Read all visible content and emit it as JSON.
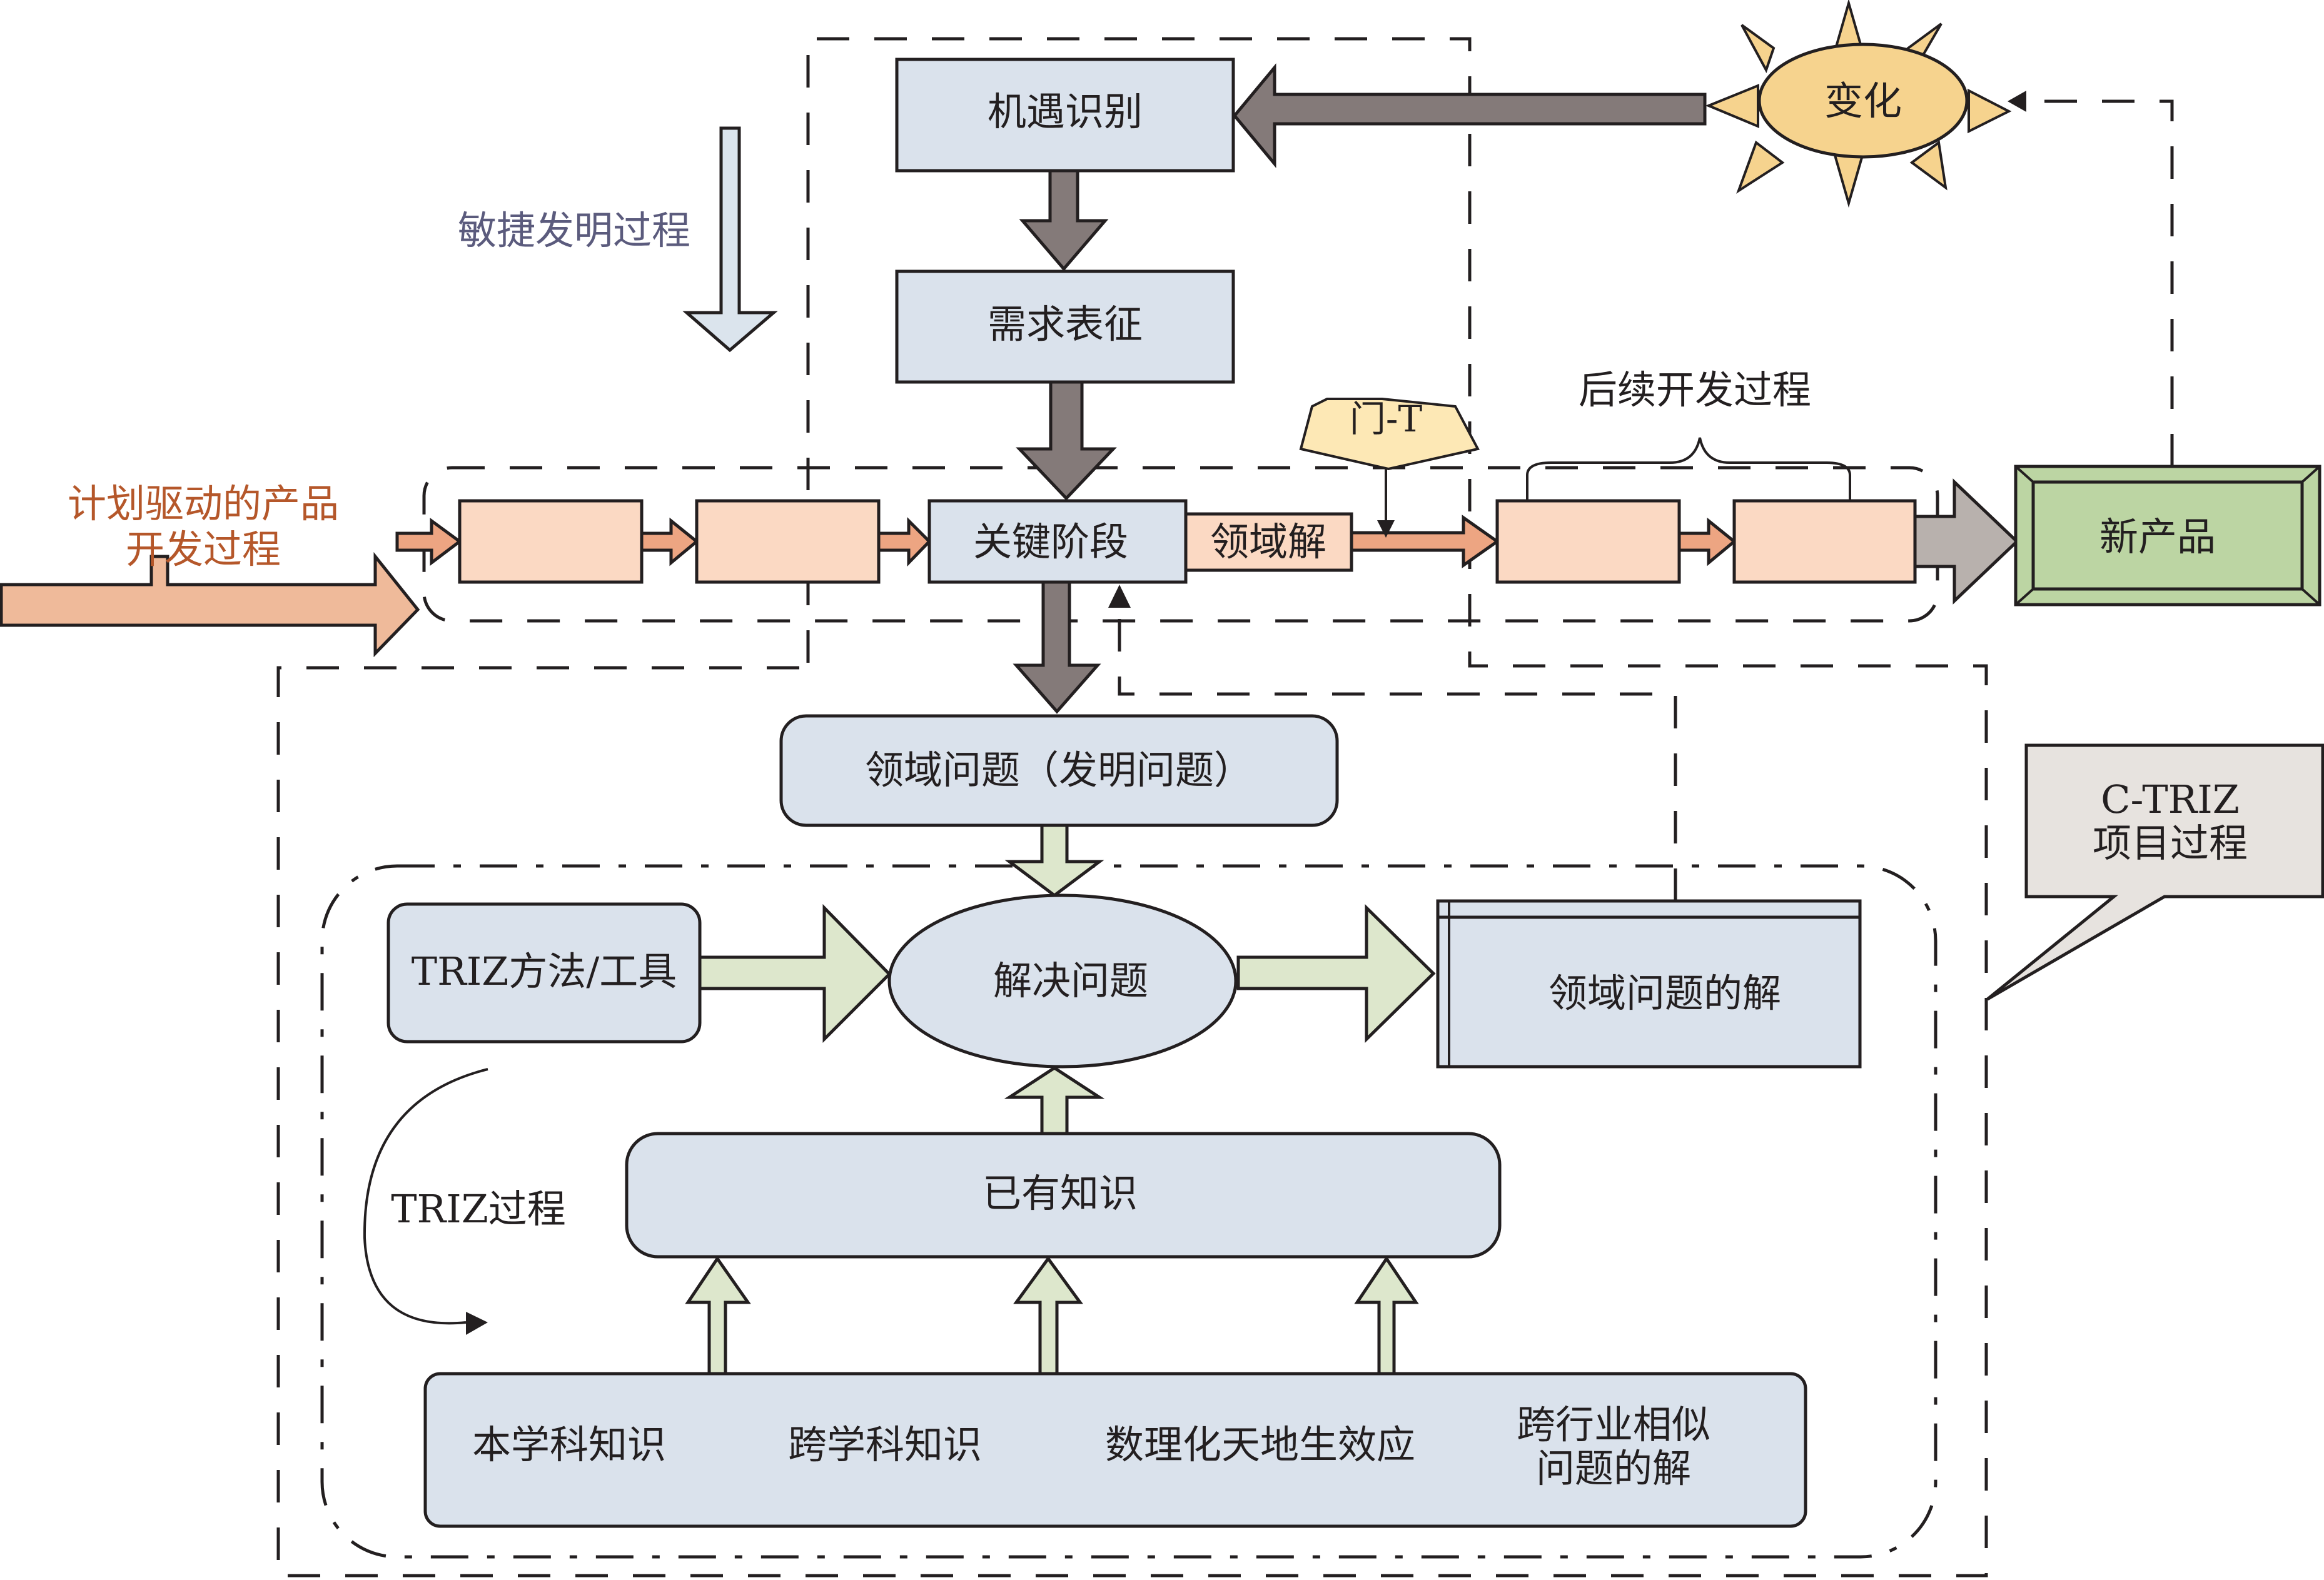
{
  "diagram": {
    "type": "process-flow",
    "colors": {
      "box_blue": "#dae2ec",
      "box_orange": "#fbd9c3",
      "arrow_dark": "#847a79",
      "arrow_green": "#dde7cc",
      "arrow_orange": "#eda582",
      "sun": "#f6d38e",
      "new_product": "#bcd5a3",
      "gate": "#fde8b5",
      "callout": "#e7e3df",
      "label_orange": "#b5572a",
      "label_purple": "#5b5b7d"
    },
    "labels": {
      "agile_invention_process": "敏捷发明过程",
      "plan_driven_process_line1": "计划驱动的产品",
      "plan_driven_process_line2": "开发过程",
      "subsequent_dev_process": "后续开发过程",
      "triz_process": "TRIZ过程"
    },
    "nodes": {
      "opportunity_identification": "机遇识别",
      "requirement_representation": "需求表征",
      "key_stage": "关键阶段",
      "domain_solution": "领域解",
      "gate": "门-T",
      "change": "变化",
      "new_product": "新产品",
      "domain_problem": "领域问题（发明问题）",
      "solve_problem": "解决问题",
      "triz_methods_tools": "TRIZ方法/工具",
      "domain_problem_solution": "领域问题的解",
      "existing_knowledge": "已有知识",
      "knowledge_sources": [
        {
          "label": "本学科知识"
        },
        {
          "label": "跨学科知识"
        },
        {
          "label": "数理化天地生效应"
        },
        {
          "line1": "跨行业相似",
          "line2": "问题的解"
        }
      ],
      "ctriz_callout_line1": "C-TRIZ",
      "ctriz_callout_line2": "项目过程"
    },
    "edges": [
      {
        "from": "变化",
        "to": "机遇识别"
      },
      {
        "from": "机遇识别",
        "to": "需求表征"
      },
      {
        "from": "需求表征",
        "to": "关键阶段"
      },
      {
        "from": "关键阶段",
        "to": "领域问题（发明问题）"
      },
      {
        "from": "领域问题（发明问题）",
        "to": "解决问题"
      },
      {
        "from": "TRIZ方法/工具",
        "to": "解决问题"
      },
      {
        "from": "已有知识",
        "to": "解决问题"
      },
      {
        "from": "解决问题",
        "to": "领域问题的解"
      },
      {
        "from": "领域问题的解",
        "to": "关键阶段"
      },
      {
        "from": "门-T",
        "to": "领域解"
      },
      {
        "from": "新产品",
        "to": "变化"
      }
    ]
  }
}
